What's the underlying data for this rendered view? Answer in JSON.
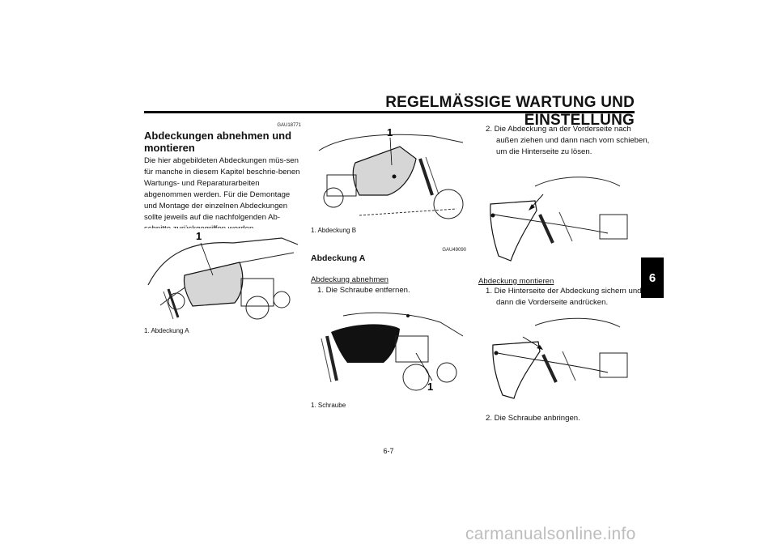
{
  "header": {
    "title": "REGELMÄSSIGE WARTUNG UND EINSTELLUNG"
  },
  "chapter_tab": "6",
  "left": {
    "code": "GAU18771",
    "title": "Abdeckungen abnehmen und montieren",
    "paragraph": "Die hier abgebildeten Abdeckungen müs-sen für manche in diesem Kapitel beschrie-benen Wartungs- und Reparaturarbeiten abgenommen werden. Für die Demontage und Montage der einzelnen Abdeckungen sollte jeweils auf die nachfolgenden Ab-schnitte zurückgegriffen werden.",
    "figure_label_number": "1",
    "caption": "1. Abdeckung A"
  },
  "middle": {
    "figure_label_number": "1",
    "caption_b": "1. Abdeckung B",
    "code": "GAU49090",
    "section_title": "Abdeckung A",
    "subsection": "Abdeckung abnehmen",
    "step1": "1. Die Schraube entfernen.",
    "figure2_label_number": "1",
    "caption_screw": "1. Schraube"
  },
  "right": {
    "step2_remove": "2. Die Abdeckung an der Vorderseite nach außen ziehen und dann nach vorn schieben, um die Hinterseite zu lösen.",
    "subsection": "Abdeckung montieren",
    "step1_install": "1. Die Hinterseite der Abdeckung sichern und dann die Vorderseite andrücken.",
    "step2_install": "2. Die Schraube anbringen."
  },
  "footer": {
    "page": "6-7"
  },
  "watermark": "carmanualsonline.info"
}
